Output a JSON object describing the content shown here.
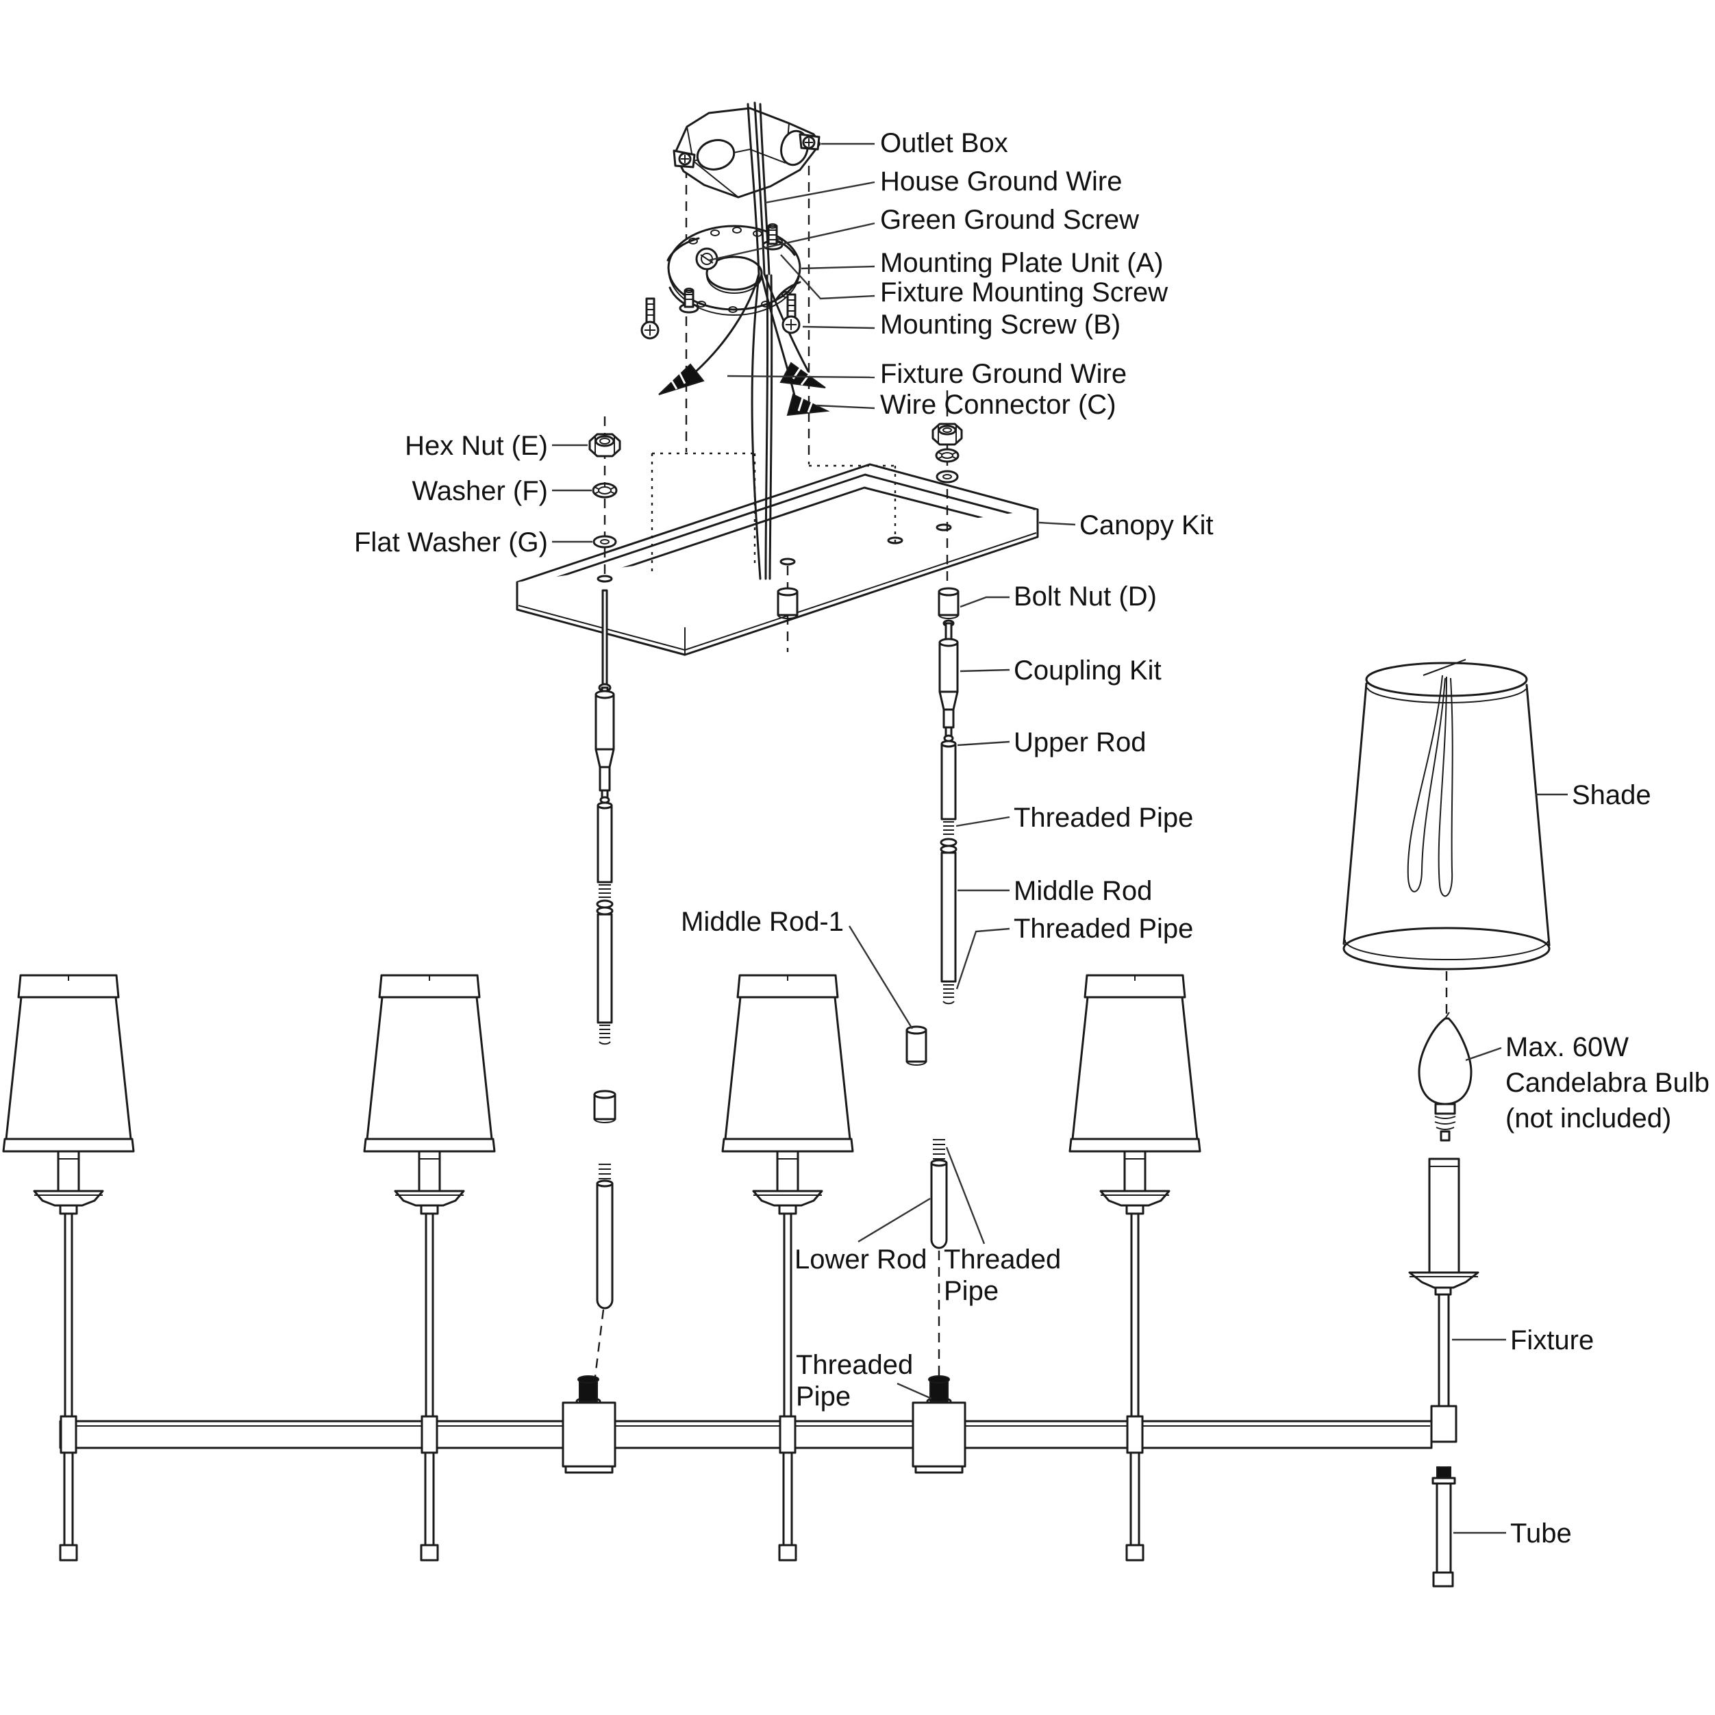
{
  "diagram_type": "exploded-assembly-diagram",
  "subject": "linear chandelier light fixture installation parts",
  "colors": {
    "line": "#1a1a1a",
    "background": "#ffffff",
    "connector_fill": "#111111"
  },
  "labels": {
    "outlet_box": "Outlet Box",
    "house_ground_wire": "House Ground Wire",
    "green_ground_screw": "Green Ground Screw",
    "mounting_plate_unit_a": "Mounting Plate Unit (A)",
    "fixture_mounting_screw": "Fixture Mounting Screw",
    "mounting_screw_b": "Mounting Screw (B)",
    "fixture_ground_wire": "Fixture Ground Wire",
    "wire_connector_c": "Wire Connector (C)",
    "hex_nut_e": "Hex Nut (E)",
    "washer_f": "Washer (F)",
    "flat_washer_g": "Flat Washer (G)",
    "canopy_kit": "Canopy Kit",
    "bolt_nut_d": "Bolt Nut (D)",
    "coupling_kit": "Coupling Kit",
    "upper_rod": "Upper Rod",
    "threaded_pipe": "Threaded Pipe",
    "middle_rod": "Middle Rod",
    "threaded_pipe_2": "Threaded Pipe",
    "middle_rod_1": "Middle Rod-1",
    "lower_rod": "Lower Rod",
    "threaded_word": "Threaded",
    "pipe_word": "Pipe",
    "shade": "Shade",
    "bulb_line1": "Max. 60W",
    "bulb_line2": "Candelabra Bulb",
    "bulb_line3": "(not included)",
    "fixture": "Fixture",
    "tube": "Tube"
  }
}
